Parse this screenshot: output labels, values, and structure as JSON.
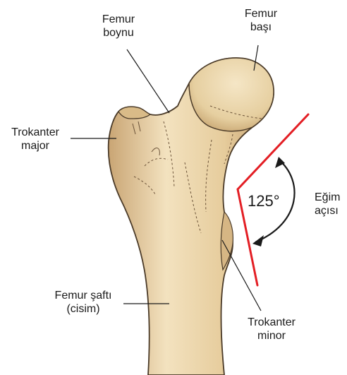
{
  "labels": {
    "femur_boynu": [
      "Femur",
      "boynu"
    ],
    "femur_basi": [
      "Femur",
      "başı"
    ],
    "trokanter_major": [
      "Trokanter",
      "major"
    ],
    "egim_acisi": [
      "Eğim",
      "açısı"
    ],
    "angle_value": "125°",
    "femur_safti": [
      "Femur şaftı",
      "(cisim)"
    ],
    "trokanter_minor": [
      "Trokanter",
      "minor"
    ]
  },
  "colors": {
    "bone_fill": "#e9d3a8",
    "bone_shadow": "#c9a878",
    "bone_outline": "#4a3a28",
    "angle_line": "#e31e24",
    "arrow": "#1a1a1a",
    "leader": "#1a1a1a"
  }
}
